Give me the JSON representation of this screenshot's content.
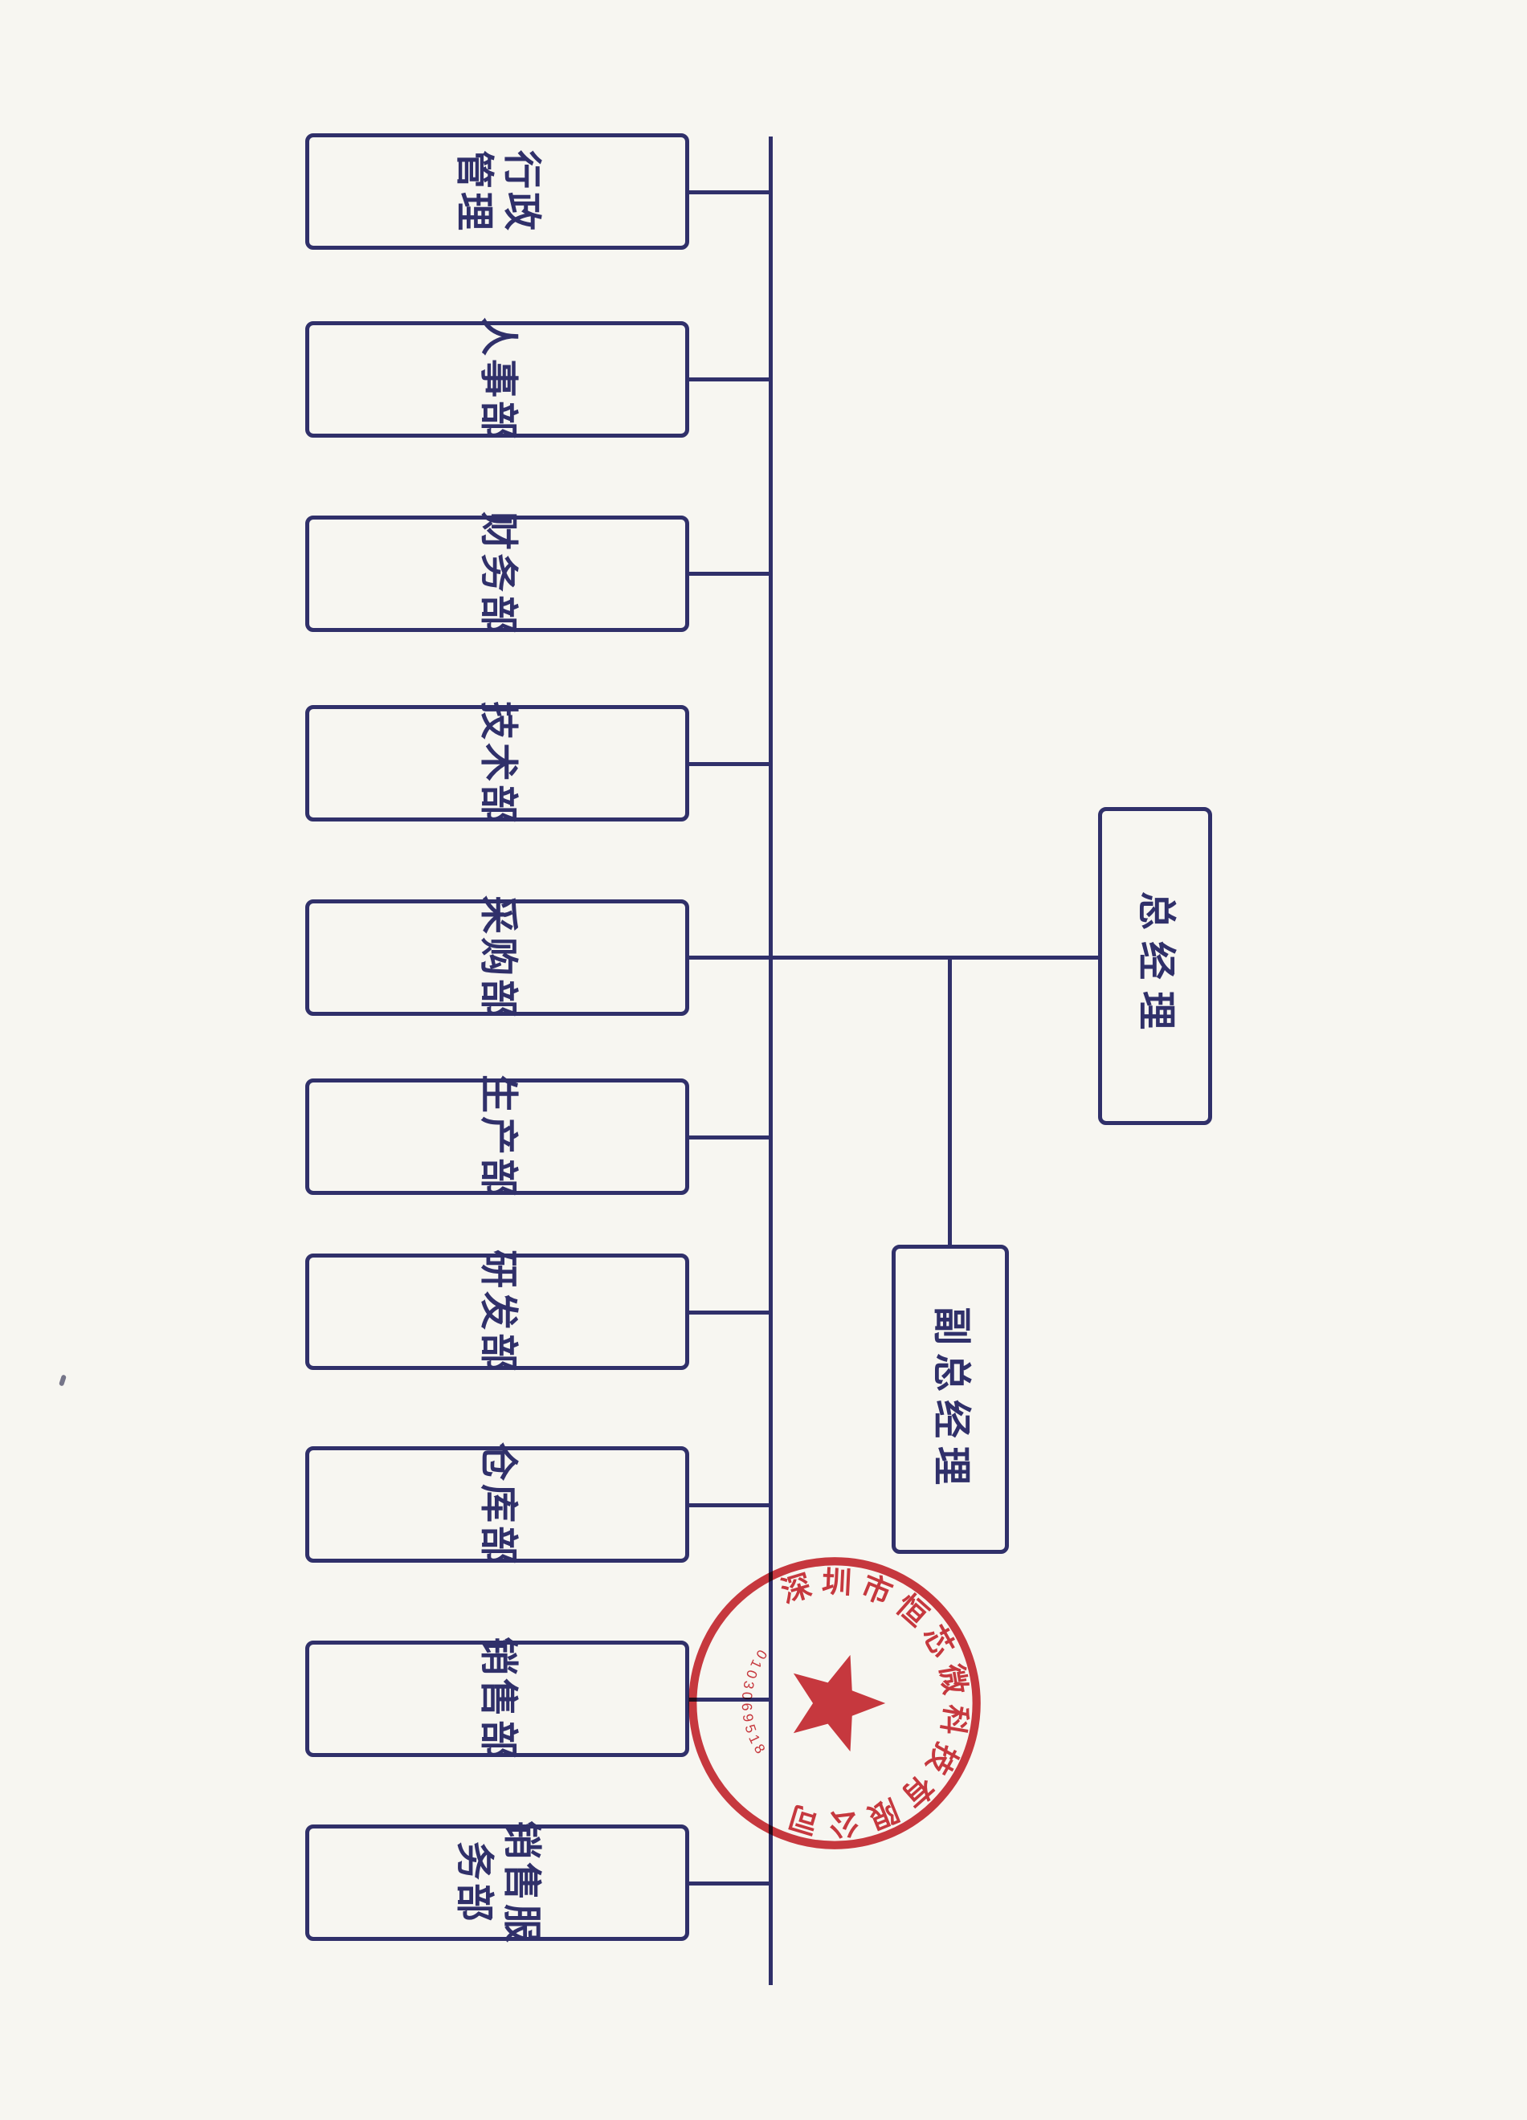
{
  "page": {
    "background_color": "#f7f6f1",
    "ink_color": "#30306a"
  },
  "org_chart": {
    "root": {
      "label": "总经理"
    },
    "deputy": {
      "label": "副总经理"
    },
    "departments": [
      {
        "label": "行政\n管理"
      },
      {
        "label": "人事部"
      },
      {
        "label": "财务部"
      },
      {
        "label": "技术部"
      },
      {
        "label": "采购部"
      },
      {
        "label": "生产部"
      },
      {
        "label": "研发部"
      },
      {
        "label": "仓库部"
      },
      {
        "label": "销售部"
      },
      {
        "label": "销售服\n务部"
      }
    ]
  },
  "seal": {
    "company_name": "深圳市恒芯微科技有限公司",
    "registration_number": "0103069518",
    "color": "#c8242c"
  }
}
